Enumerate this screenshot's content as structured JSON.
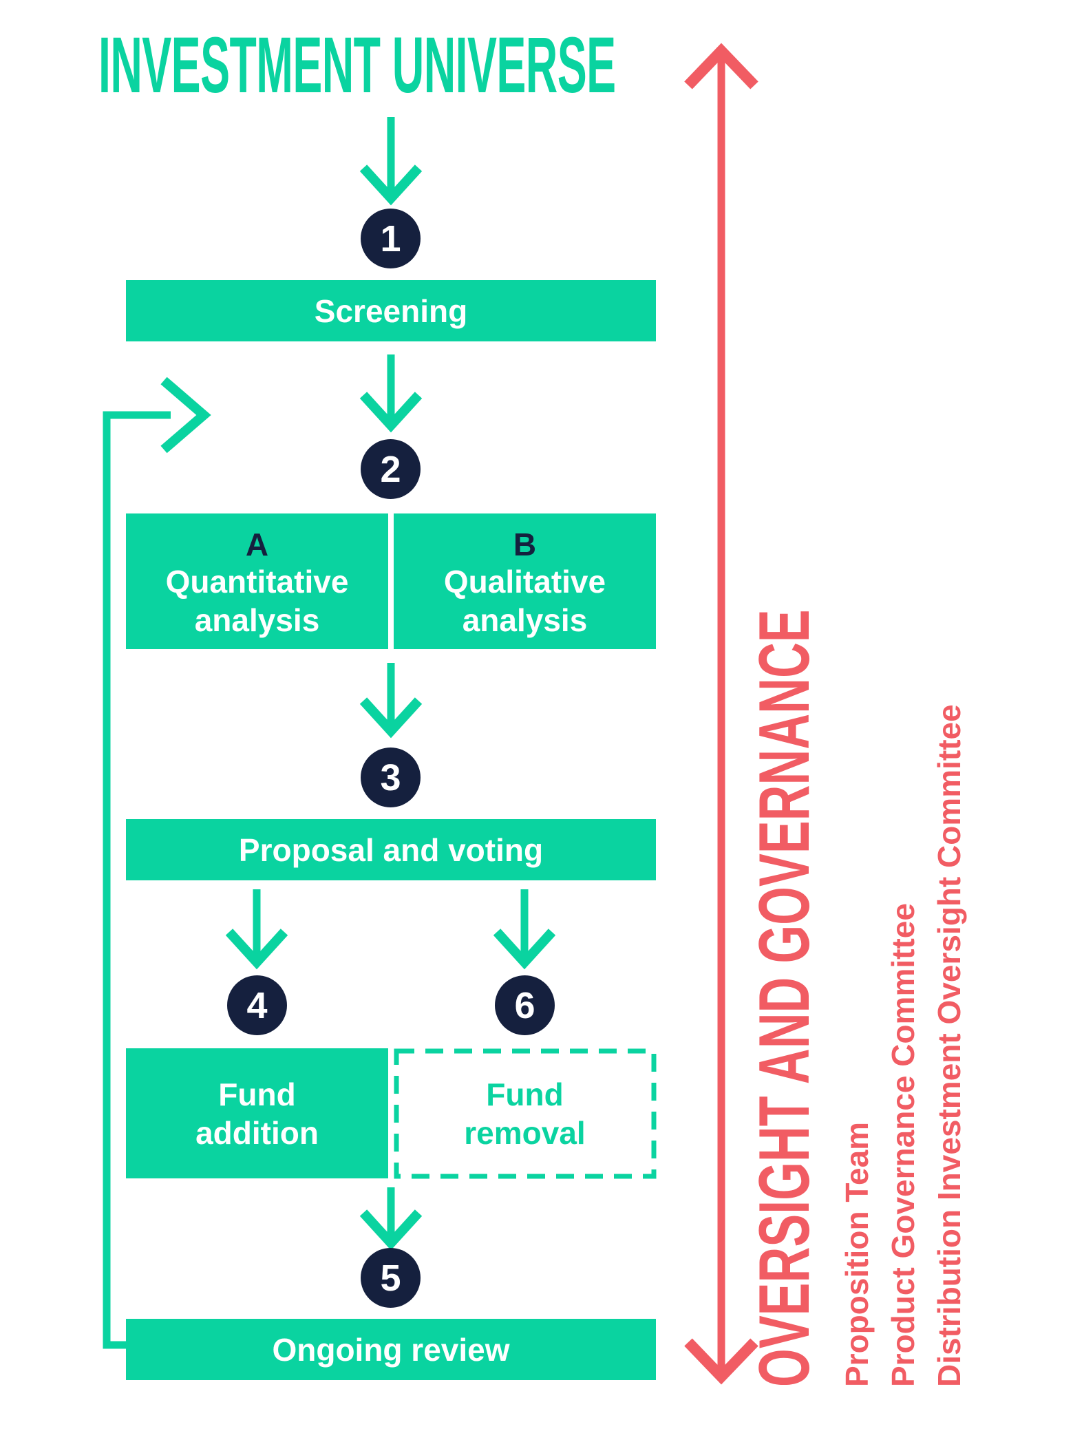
{
  "colors": {
    "teal": "#0AD3A0",
    "navy": "#15203E",
    "red": "#F15C63",
    "white": "#FFFFFF"
  },
  "title": "INVESTMENT UNIVERSE",
  "flow": {
    "step1": {
      "num": "1",
      "label": "Screening"
    },
    "step2": {
      "num": "2",
      "branch_a": {
        "letter": "A",
        "line1": "Quantitative",
        "line2": "analysis"
      },
      "branch_b": {
        "letter": "B",
        "line1": "Qualitative",
        "line2": "analysis"
      }
    },
    "step3": {
      "num": "3",
      "label": "Proposal and voting"
    },
    "step4": {
      "num": "4",
      "line1": "Fund",
      "line2": "addition"
    },
    "step6": {
      "num": "6",
      "line1": "Fund",
      "line2": "removal"
    },
    "step5": {
      "num": "5",
      "label": "Ongoing review"
    }
  },
  "sidebar": {
    "governance_title": "OVERSIGHT AND GOVERNANCE",
    "committees": [
      "Proposition Team",
      "Product Governance Committee",
      "Distribution Investment Oversight Committee"
    ]
  }
}
